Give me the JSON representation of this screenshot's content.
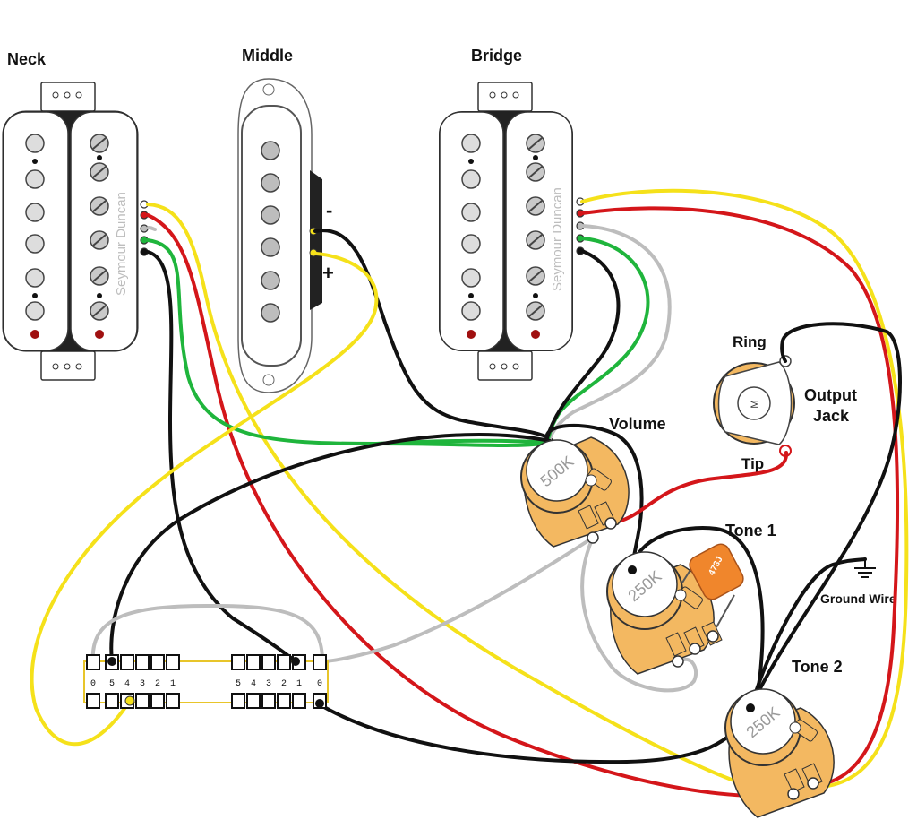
{
  "pickups": {
    "neck": {
      "label": "Neck",
      "brand": "Seymour Duncan"
    },
    "middle": {
      "label": "Middle",
      "minus": "-",
      "plus": "+"
    },
    "bridge": {
      "label": "Bridge",
      "brand": "Seymour Duncan"
    }
  },
  "pots": {
    "volume": {
      "label": "Volume",
      "value": "500K"
    },
    "tone1": {
      "label": "Tone 1",
      "value": "250K"
    },
    "tone2": {
      "label": "Tone 2",
      "value": "250K"
    }
  },
  "capacitor": {
    "value": "473J"
  },
  "jack": {
    "label_line1": "Output",
    "label_line2": "Jack",
    "ring": "Ring",
    "tip": "Tip",
    "center": "M"
  },
  "ground": {
    "label": "Ground Wire"
  },
  "switch": {
    "pins_left": [
      "0",
      "5",
      "4",
      "3",
      "2",
      "1"
    ],
    "pins_right": [
      "5",
      "4",
      "3",
      "2",
      "1",
      "0"
    ]
  },
  "colors": {
    "yellow": "#f5e11a",
    "red": "#d4161a",
    "green": "#1fb53c",
    "gray": "#bdbdbd",
    "black": "#111111",
    "pot_body": "#f3b861",
    "cap_body": "#f0862c"
  }
}
